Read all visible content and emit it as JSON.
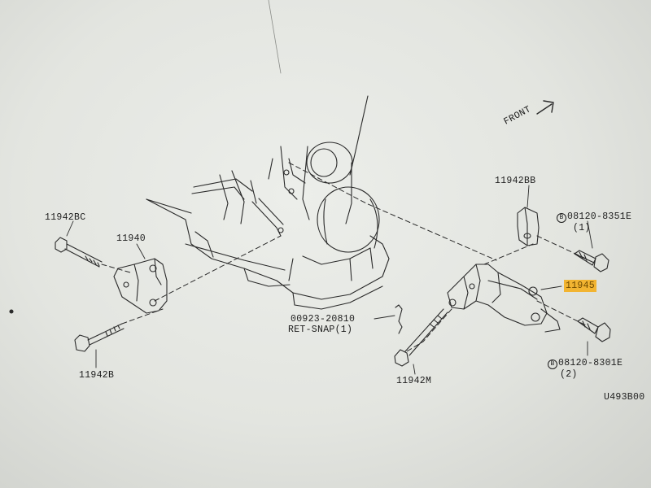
{
  "diagram_code": "U493B00",
  "front_label": "FRONT",
  "parts": {
    "p11942BC": "11942BC",
    "p11940": "11940",
    "p11942B": "11942B",
    "p11942BB": "11942BB",
    "p11945": "11945",
    "p11942M": "11942M",
    "snap_part": "00923-20810",
    "snap_name": "RET-SNAP(1)",
    "bolt_upper_prefix": "B",
    "bolt_upper": "08120-8351E",
    "bolt_upper_qty": "(1)",
    "bolt_lower_prefix": "B",
    "bolt_lower": "08120-8301E",
    "bolt_lower_qty": "(2)"
  },
  "colors": {
    "highlight": "#f2b431",
    "line": "#2a2a2a",
    "paper": "#e6e8e3"
  }
}
